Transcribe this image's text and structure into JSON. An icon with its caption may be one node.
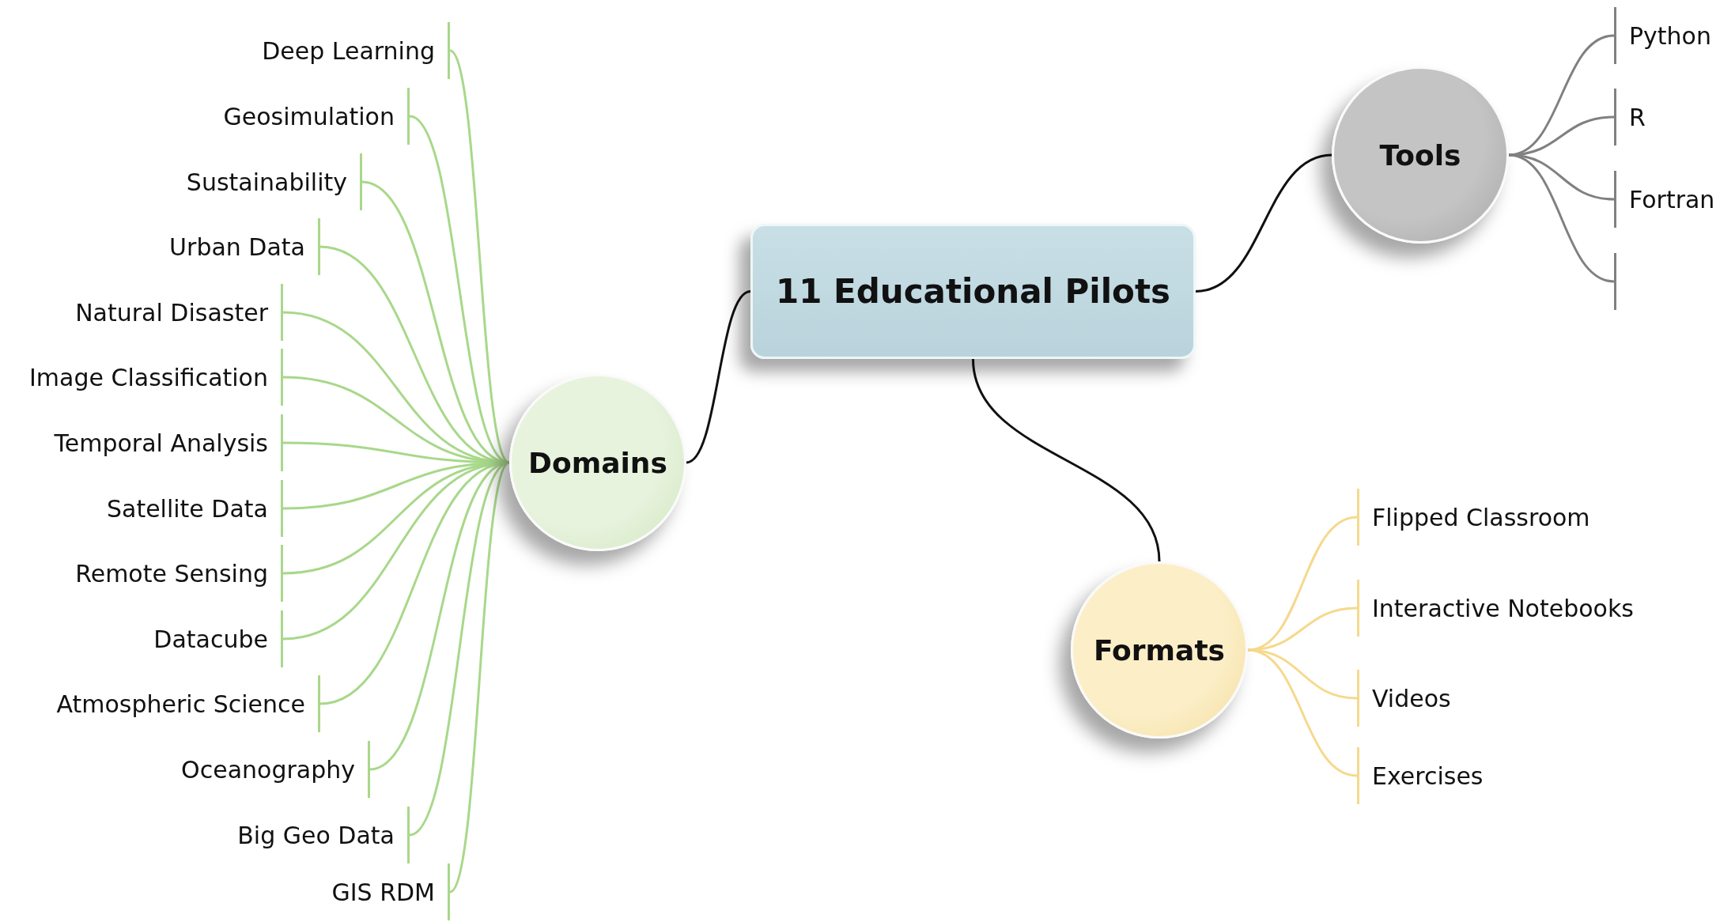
{
  "diagram": {
    "nodes": [
      {
        "text": [
          "11 Educational Pilots"
        ]
      },
      {
        "text": [
          "Domains"
        ]
      },
      {
        "text": [
          "Deep Learning"
        ]
      },
      {
        "text": [
          "Geosimulation"
        ]
      },
      {
        "text": [
          "Sustainability"
        ]
      },
      {
        "text": [
          "Urban Data"
        ]
      },
      {
        "text": [
          "Natural Disaster"
        ]
      },
      {
        "text": [
          "Image Classification"
        ]
      },
      {
        "text": [
          "Temporal Analysis"
        ]
      },
      {
        "text": [
          "Satellite Data"
        ]
      },
      {
        "text": [
          "Remote Sensing"
        ]
      },
      {
        "text": [
          "Datacube"
        ]
      },
      {
        "text": [
          "Atmospheric Science"
        ]
      },
      {
        "text": [
          "Oceanography"
        ]
      },
      {
        "text": [
          "Big Geo Data"
        ]
      },
      {
        "text": [
          "GIS RDM"
        ]
      },
      {
        "text": [
          "Tools"
        ]
      },
      {
        "text": [
          "Python"
        ]
      },
      {
        "text": [
          "R"
        ]
      },
      {
        "text": [
          "Fortran"
        ]
      },
      {
        "text": [],
        "shape": "bar"
      },
      {
        "text": [
          "Formats"
        ]
      },
      {
        "text": [
          "Flipped Classroom"
        ]
      },
      {
        "text": [
          "Interactive Notebooks"
        ]
      },
      {
        "text": [
          "Videos"
        ]
      },
      {
        "text": [
          "Exercises"
        ]
      }
    ],
    "edges": [
      {
        "from": 0,
        "to": 1,
        "arrow": "none",
        "color": "#111111"
      },
      {
        "from": 0,
        "to": 16,
        "arrow": "none",
        "color": "#111111"
      },
      {
        "from": 0,
        "to": 21,
        "arrow": "none",
        "color": "#111111"
      },
      {
        "from": 1,
        "to": 2,
        "arrow": "none"
      },
      {
        "from": 1,
        "to": 3,
        "arrow": "none"
      },
      {
        "from": 1,
        "to": 4,
        "arrow": "none"
      },
      {
        "from": 1,
        "to": 5,
        "arrow": "none"
      },
      {
        "from": 1,
        "to": 6,
        "arrow": "none"
      },
      {
        "from": 1,
        "to": 7,
        "arrow": "none"
      },
      {
        "from": 1,
        "to": 8,
        "arrow": "none"
      },
      {
        "from": 1,
        "to": 9,
        "arrow": "none"
      },
      {
        "from": 1,
        "to": 10,
        "arrow": "none"
      },
      {
        "from": 1,
        "to": 11,
        "arrow": "none"
      },
      {
        "from": 1,
        "to": 12,
        "arrow": "none"
      },
      {
        "from": 1,
        "to": 13,
        "arrow": "none"
      },
      {
        "from": 1,
        "to": 14,
        "arrow": "none"
      },
      {
        "from": 1,
        "to": 15,
        "arrow": "none"
      },
      {
        "from": 16,
        "to": 17,
        "arrow": "none",
        "color": "#808080"
      },
      {
        "from": 16,
        "to": 18,
        "arrow": "none",
        "color": "#808080"
      },
      {
        "from": 16,
        "to": 19,
        "arrow": "none",
        "color": "#808080"
      },
      {
        "from": 16,
        "to": 20,
        "arrow": "none",
        "color": "#808080"
      },
      {
        "from": 21,
        "to": 22,
        "arrow": "none",
        "color": "#f5d98c"
      },
      {
        "from": 21,
        "to": 23,
        "arrow": "none",
        "color": "#f5d98c"
      },
      {
        "from": 21,
        "to": 24,
        "arrow": "none",
        "color": "#f5d98c"
      },
      {
        "from": 21,
        "to": 25,
        "arrow": "none",
        "color": "#f5d98c"
      }
    ]
  }
}
